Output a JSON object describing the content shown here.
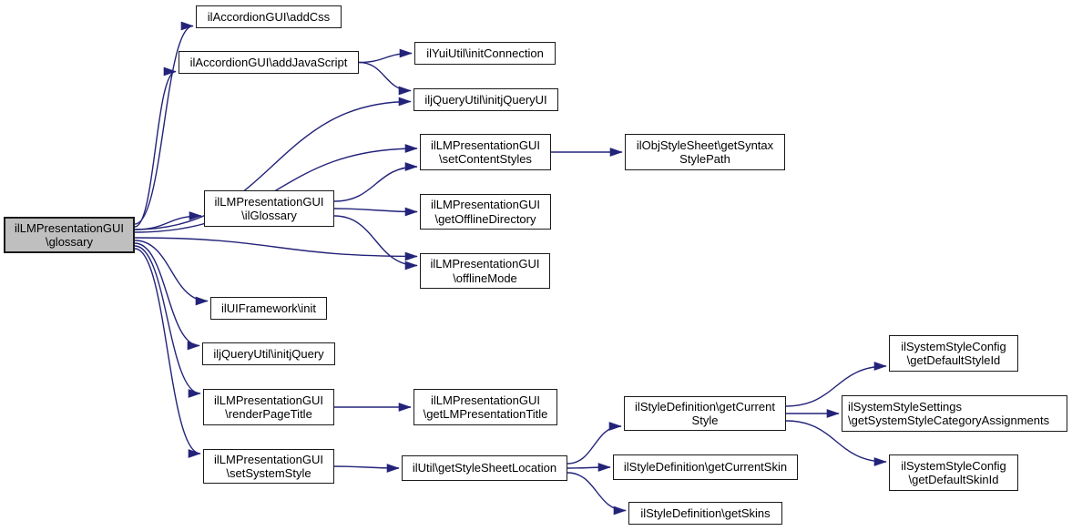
{
  "colors": {
    "edge": "#23237a",
    "node_border": "#1a1a1a",
    "node_fill": "#ffffff",
    "root_fill": "#bfbfbf",
    "text": "#000000",
    "background": "#ffffff"
  },
  "nodes": {
    "glossary": {
      "label": "ilLMPresentationGUI\n\\glossary",
      "is_root": true
    },
    "addCss": {
      "label": "ilAccordionGUI\\addCss"
    },
    "addJavaScript": {
      "label": "ilAccordionGUI\\addJavaScript"
    },
    "initConnection": {
      "label": "ilYuiUtil\\initConnection"
    },
    "initjQueryUI": {
      "label": "iljQueryUtil\\initjQueryUI"
    },
    "setContentStyles": {
      "label": "ilLMPresentationGUI\n\\setContentStyles"
    },
    "getSyntaxStylePath": {
      "label": "ilObjStyleSheet\\getSyntax\nStylePath"
    },
    "ilGlossary": {
      "label": "ilLMPresentationGUI\n\\ilGlossary"
    },
    "getOfflineDirectory": {
      "label": "ilLMPresentationGUI\n\\getOfflineDirectory"
    },
    "offlineMode": {
      "label": "ilLMPresentationGUI\n\\offlineMode"
    },
    "init": {
      "label": "ilUIFramework\\init"
    },
    "initjQuery": {
      "label": "iljQueryUtil\\initjQuery"
    },
    "renderPageTitle": {
      "label": "ilLMPresentationGUI\n\\renderPageTitle"
    },
    "getLMPresentationTitle": {
      "label": "ilLMPresentationGUI\n\\getLMPresentationTitle"
    },
    "setSystemStyle": {
      "label": "ilLMPresentationGUI\n\\setSystemStyle"
    },
    "getStyleSheetLocation": {
      "label": "ilUtil\\getStyleSheetLocation"
    },
    "getCurrentStyle": {
      "label": "ilStyleDefinition\\getCurrent\nStyle"
    },
    "getCurrentSkin": {
      "label": "ilStyleDefinition\\getCurrentSkin"
    },
    "getSkins": {
      "label": "ilStyleDefinition\\getSkins"
    },
    "getDefaultStyleId": {
      "label": "ilSystemStyleConfig\n\\getDefaultStyleId"
    },
    "getSystemStyleCategoryAssignments": {
      "label": "ilSystemStyleSettings\n\\getSystemStyleCategoryAssignments"
    },
    "getDefaultSkinId": {
      "label": "ilSystemStyleConfig\n\\getDefaultSkinId"
    }
  },
  "edges": [
    {
      "from": "glossary",
      "to": "addCss",
      "from_dy": -12,
      "to_dy": 10
    },
    {
      "from": "glossary",
      "to": "addJavaScript",
      "from_dy": -9,
      "to_dy": 10
    },
    {
      "from": "glossary",
      "to": "initjQueryUI",
      "from_dy": -6,
      "to_dy": 2
    },
    {
      "from": "glossary",
      "to": "setContentStyles",
      "from_dy": -3,
      "to_dy": -4
    },
    {
      "from": "glossary",
      "to": "ilGlossary",
      "from_dy": -6,
      "to_dy": 8
    },
    {
      "from": "glossary",
      "to": "offlineMode",
      "from_dy": 3,
      "to_dy": -16
    },
    {
      "from": "glossary",
      "to": "init",
      "from_dy": 6,
      "to_dy": -8
    },
    {
      "from": "glossary",
      "to": "initjQuery",
      "from_dy": 9,
      "to_dy": -9
    },
    {
      "from": "glossary",
      "to": "renderPageTitle",
      "from_dy": 12,
      "to_dy": -15
    },
    {
      "from": "glossary",
      "to": "setSystemStyle",
      "from_dy": 15,
      "to_dy": -14
    },
    {
      "from": "addJavaScript",
      "to": "initConnection"
    },
    {
      "from": "addJavaScript",
      "to": "initjQueryUI",
      "to_dy": -10
    },
    {
      "from": "setContentStyles",
      "to": "getSyntaxStylePath"
    },
    {
      "from": "ilGlossary",
      "to": "setContentStyles",
      "from_dy": -8,
      "to_dy": 16
    },
    {
      "from": "ilGlossary",
      "to": "getOfflineDirectory"
    },
    {
      "from": "ilGlossary",
      "to": "offlineMode",
      "from_dy": 8,
      "to_dy": -6
    },
    {
      "from": "renderPageTitle",
      "to": "getLMPresentationTitle"
    },
    {
      "from": "setSystemStyle",
      "to": "getStyleSheetLocation"
    },
    {
      "from": "getStyleSheetLocation",
      "to": "getCurrentStyle",
      "from_dy": -5,
      "to_dy": 14
    },
    {
      "from": "getStyleSheetLocation",
      "to": "getCurrentSkin"
    },
    {
      "from": "getStyleSheetLocation",
      "to": "getSkins",
      "from_dy": 5,
      "to_dy": -3
    },
    {
      "from": "getCurrentStyle",
      "to": "getDefaultStyleId",
      "from_dy": -8,
      "to_dy": 14
    },
    {
      "from": "getCurrentStyle",
      "to": "getSystemStyleCategoryAssignments"
    },
    {
      "from": "getCurrentStyle",
      "to": "getDefaultSkinId",
      "from_dy": 8,
      "to_dy": -12
    }
  ]
}
